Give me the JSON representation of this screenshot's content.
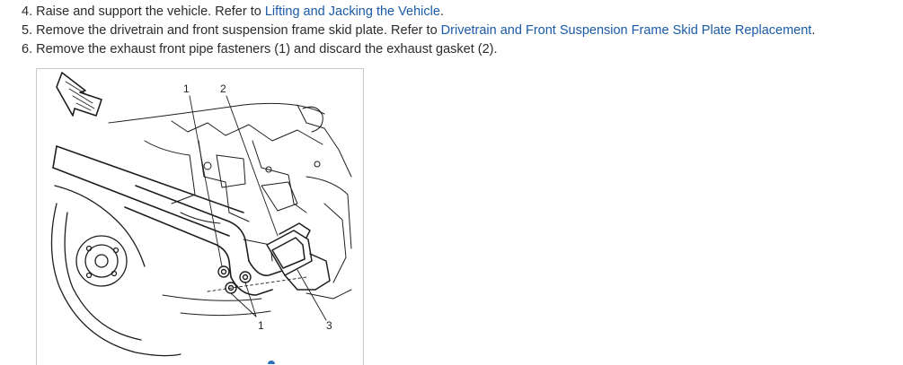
{
  "steps": [
    {
      "number": "4.",
      "text": "Raise and support the vehicle. Refer to ",
      "link": "Lifting and Jacking the Vehicle",
      "suffix": "."
    },
    {
      "number": "5.",
      "text": "Remove the drivetrain and front suspension frame skid plate. Refer to ",
      "link": "Drivetrain and Front Suspension Frame Skid Plate Replacement",
      "suffix": "."
    },
    {
      "number": "6.",
      "text": "Remove the exhaust front pipe fasteners (1) and discard the exhaust gasket (2).",
      "link": "",
      "suffix": ""
    }
  ],
  "figure": {
    "callouts": [
      "1",
      "2",
      "1",
      "3"
    ]
  },
  "colors": {
    "link": "#1a5aa6",
    "text": "#2b2b2b",
    "figure_border": "#c9c9c9"
  }
}
